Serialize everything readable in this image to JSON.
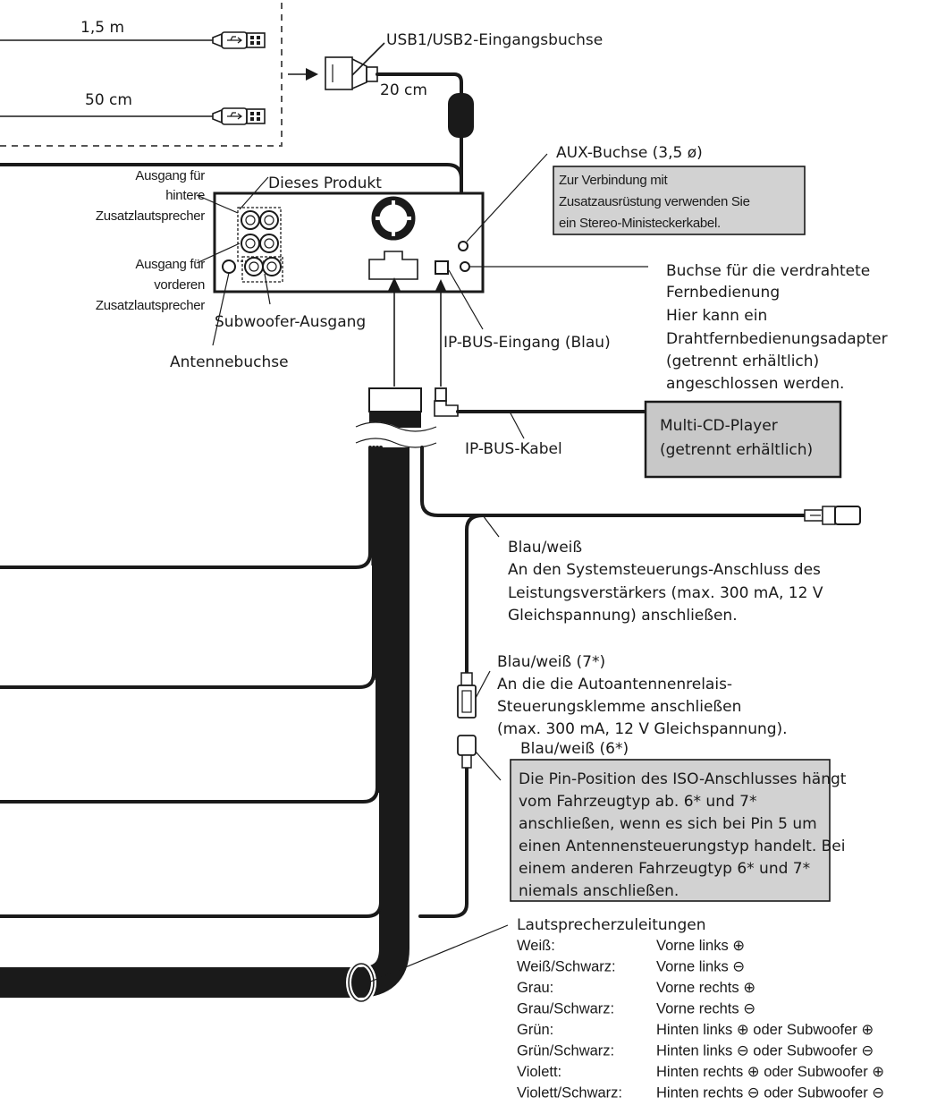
{
  "usb": {
    "cable_long_length": "1,5 m",
    "cable_short_length": "50 cm",
    "input_label": "USB1/USB2-Eingangsbuchse",
    "extension_length": "20 cm"
  },
  "unit": {
    "product_label": "Dieses Produkt",
    "rear_output": [
      "Ausgang für",
      "hintere",
      "Zusatzlautsprecher"
    ],
    "front_output": [
      "Ausgang für",
      "vorderen",
      "Zusatzlautsprecher"
    ],
    "subwoofer_output": "Subwoofer-Ausgang",
    "antenna_jack": "Antennebuchse",
    "ipbus_input": "IP-BUS-Eingang (Blau)",
    "aux_jack": "AUX-Buchse (3,5 ø)",
    "aux_note": [
      "Zur Verbindung mit",
      "Zusatzausrüstung verwenden Sie",
      "ein Stereo-Ministeckerkabel."
    ],
    "wired_remote": [
      "Buchse für die verdrahtete",
      "Fernbedienung",
      "Hier kann ein",
      "Drahtfernbedienungsadapter",
      "(getrennt erhältlich)",
      "angeschlossen werden."
    ]
  },
  "ipbus": {
    "cable_label": "IP-BUS-Kabel",
    "cd_player": [
      "Multi-CD-Player",
      "(getrennt erhältlich)"
    ]
  },
  "wires": {
    "blue_white_1": {
      "title": "Blau/weiß",
      "text": [
        "An den Systemsteuerungs-Anschluss des",
        "Leistungsverstärkers (max. 300 mA, 12 V",
        "Gleichspannung) anschließen."
      ]
    },
    "blue_white_7": {
      "title": "Blau/weiß (7*)",
      "text": [
        "An die die Autoantennenrelais-",
        "Steuerungsklemme anschließen",
        "(max. 300 mA, 12 V Gleichspannung)."
      ]
    },
    "blue_white_6": {
      "title": "Blau/weiß (6*)"
    },
    "iso_note": [
      "Die Pin-Position des ISO-Anschlusses hängt",
      "vom Fahrzeugtyp ab. 6* und 7*",
      "anschließen, wenn es sich bei Pin 5 um",
      "einen Antennensteuerungstyp handelt. Bei",
      "einem anderen Fahrzeugtyp 6* und 7*",
      "niemals anschließen."
    ]
  },
  "speaker_leads": {
    "title": "Lautsprecherzuleitungen",
    "rows": [
      {
        "color": "Weiß:",
        "desc": "Vorne links ⊕"
      },
      {
        "color": "Weiß/Schwarz:",
        "desc": "Vorne links ⊖"
      },
      {
        "color": "Grau:",
        "desc": "Vorne rechts ⊕"
      },
      {
        "color": "Grau/Schwarz:",
        "desc": "Vorne rechts ⊖"
      },
      {
        "color": "Grün:",
        "desc": "Hinten links ⊕ oder Subwoofer ⊕"
      },
      {
        "color": "Grün/Schwarz:",
        "desc": "Hinten links ⊖ oder Subwoofer ⊖"
      },
      {
        "color": "Violett:",
        "desc": "Hinten rechts ⊕ oder Subwoofer ⊕"
      },
      {
        "color": "Violett/Schwarz:",
        "desc": "Hinten rechts ⊖ oder Subwoofer ⊖"
      }
    ]
  }
}
